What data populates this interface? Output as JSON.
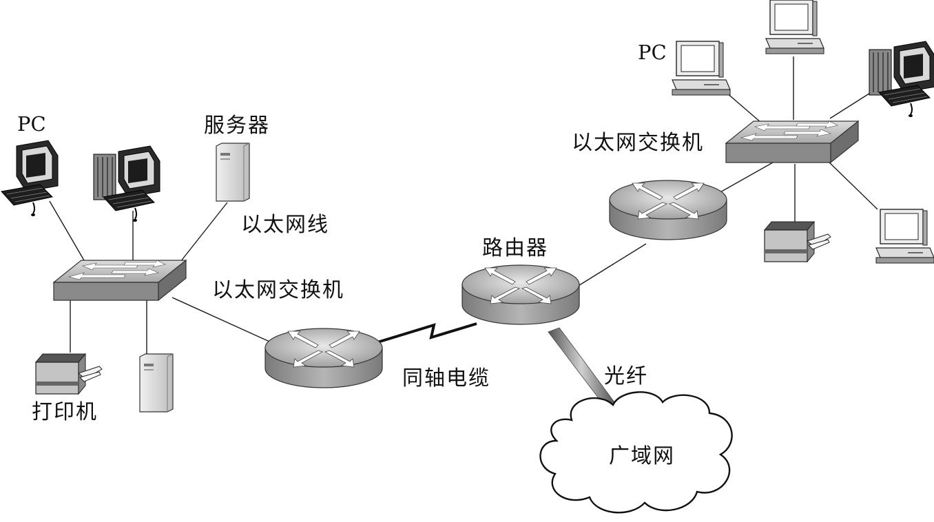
{
  "labels": {
    "pc_left": "PC",
    "server": "服务器",
    "ethernet_cable": "以太网线",
    "switch_left": "以太网交换机",
    "printer": "打印机",
    "coax_cable": "同轴电缆",
    "router": "路由器",
    "fiber": "光纤",
    "wan": "广域网",
    "pc_right": "PC",
    "switch_right": "以太网交换机"
  },
  "colors": {
    "line": "#1a1a1a",
    "device_face": "#d9d9d9",
    "device_side": "#8c8c8c",
    "arrow": "#ffffff"
  }
}
